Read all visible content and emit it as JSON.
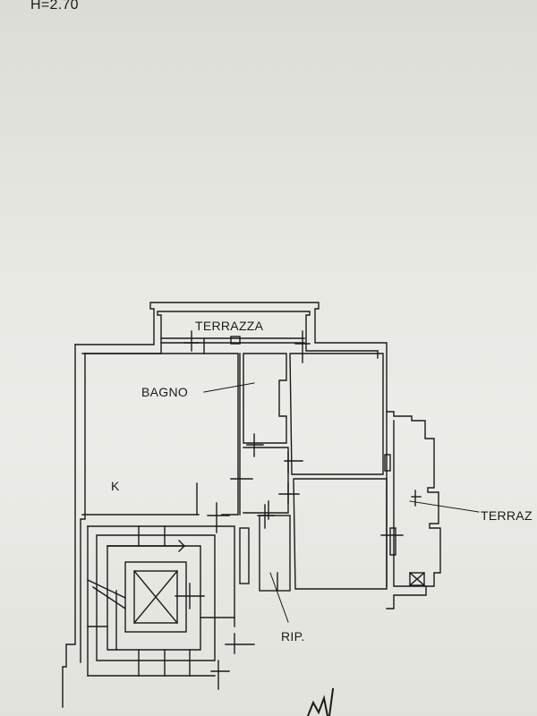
{
  "height_label": "H=2.70",
  "labels": {
    "terrazza_top": "TERRAZZA",
    "bagno": "BAGNO",
    "k": "K",
    "terrazza_right": "TERRAZ",
    "rip": "RIP."
  },
  "colors": {
    "ink": "#1a1a1a",
    "paper": "#e8e8e3"
  }
}
